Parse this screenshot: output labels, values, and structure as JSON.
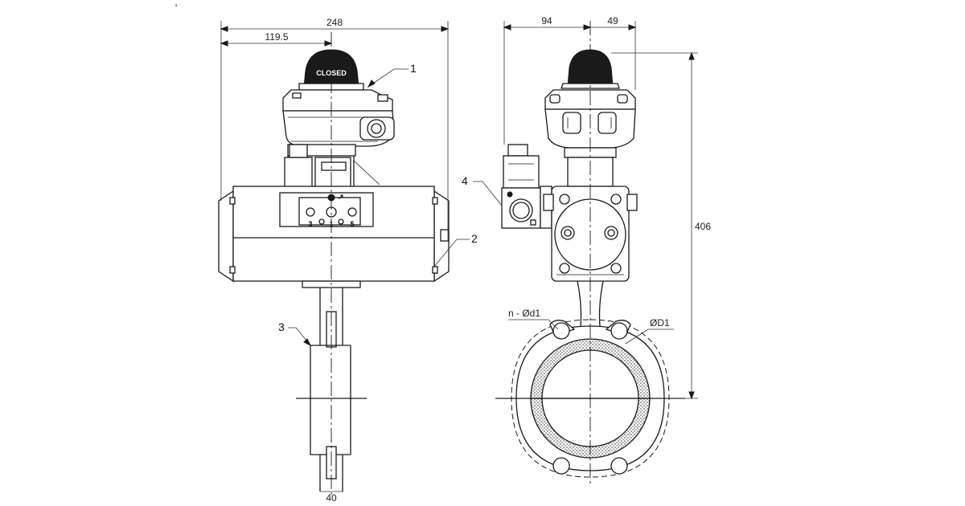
{
  "dimensions": {
    "overall_width": "248",
    "axis_offset": "119.5",
    "left_of_axis": "94",
    "right_of_axis": "49",
    "overall_height": "406",
    "bottom_partial": "40"
  },
  "callouts": {
    "item_1": "1",
    "item_2": "2",
    "item_3": "3",
    "item_4": "4",
    "bolt_holes": "n - Ød1",
    "flange_dia": "ØD1"
  },
  "indicator": {
    "status_text": "CLOSED"
  },
  "solenoid_ports": {
    "port_a": "3",
    "port_b": "1",
    "port_c": "5"
  },
  "colors": {
    "line": "#1a1a1a",
    "background": "#ffffff",
    "seat_hatch": "#9a9a9a"
  }
}
